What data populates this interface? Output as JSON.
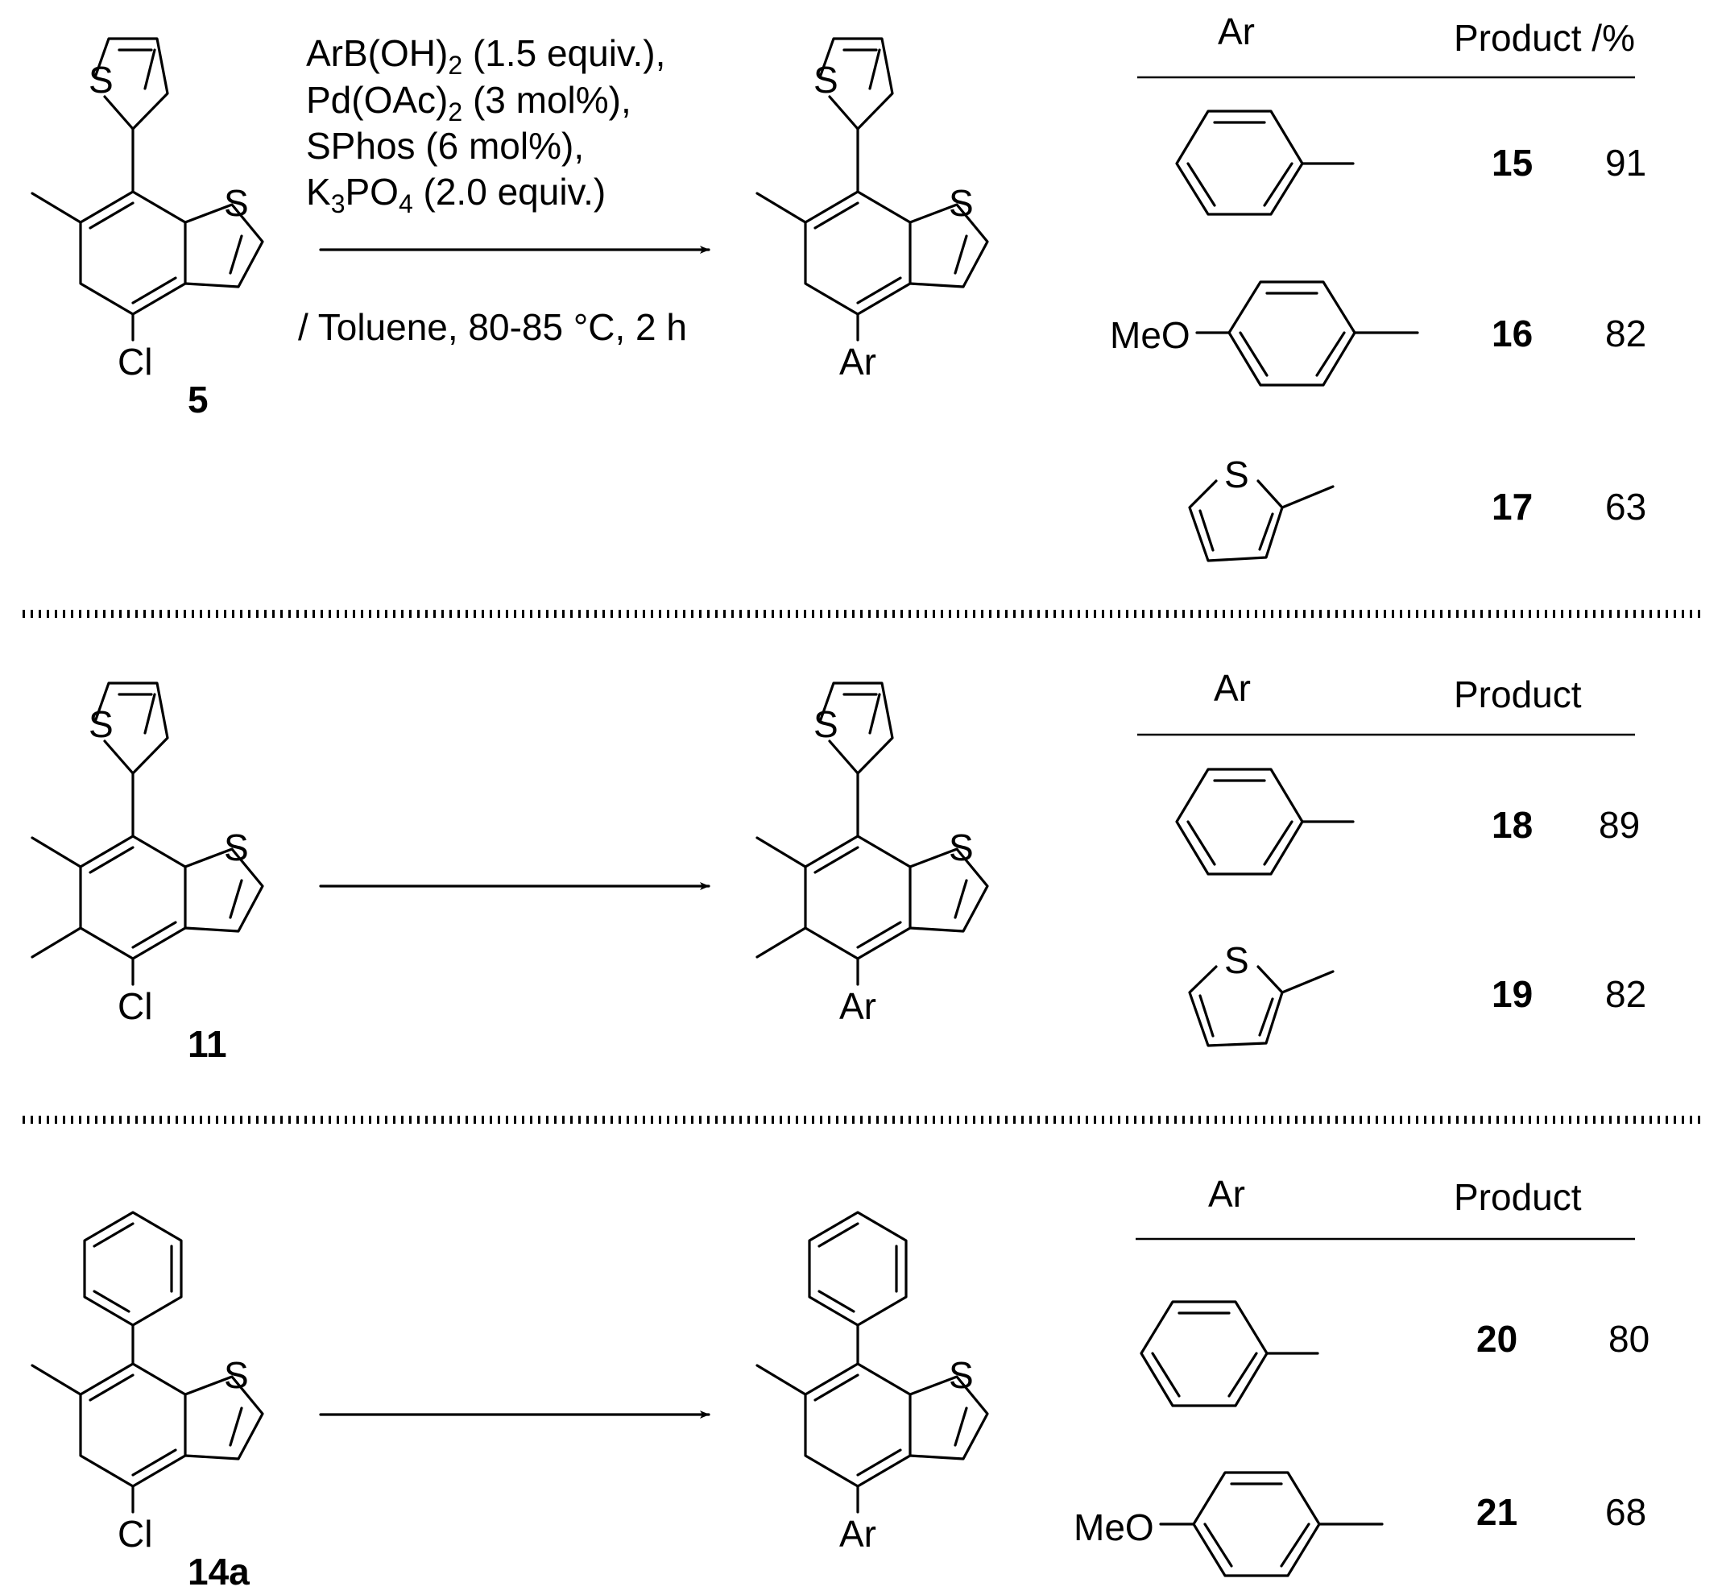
{
  "conditions": {
    "line1_a": "ArB(OH)",
    "line1_sub": "2",
    "line1_b": " (1.5 equiv.),",
    "line2_a": "Pd(OAc)",
    "line2_sub": "2",
    "line2_b": " (3 mol%),",
    "line3": "SPhos (6 mol%),",
    "line4_a": "K",
    "line4_sub1": "3",
    "line4_b": "PO",
    "line4_sub2": "4",
    "line4_c": " (2.0 equiv.)",
    "solvent": "/ Toluene, 80-85 °C, 2 h"
  },
  "atoms": {
    "S": "S",
    "Cl": "Cl",
    "Ar": "Ar",
    "MeO": "MeO"
  },
  "sections": [
    {
      "reactant_label": "5",
      "header_ar": "Ar",
      "header_product": "Product /%",
      "rows": [
        {
          "ar": "phenyl",
          "product": "15",
          "yield": "91"
        },
        {
          "ar": "4-methoxyphenyl",
          "product": "16",
          "yield": "82"
        },
        {
          "ar": "2-thienyl",
          "product": "17",
          "yield": "63"
        }
      ]
    },
    {
      "reactant_label": "11",
      "header_ar": "Ar",
      "header_product": "Product",
      "rows": [
        {
          "ar": "phenyl",
          "product": "18",
          "yield": "89"
        },
        {
          "ar": "2-thienyl",
          "product": "19",
          "yield": "82"
        }
      ]
    },
    {
      "reactant_label": "14a",
      "header_ar": "Ar",
      "header_product": "Product",
      "rows": [
        {
          "ar": "phenyl",
          "product": "20",
          "yield": "80"
        },
        {
          "ar": "4-methoxyphenyl",
          "product": "21",
          "yield": "68"
        }
      ]
    }
  ]
}
